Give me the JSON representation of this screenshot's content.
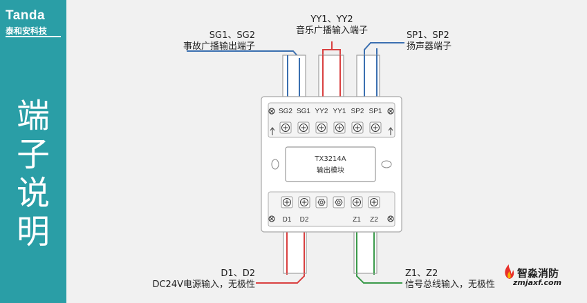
{
  "brand": {
    "name_en": "Tanda",
    "name_cn": "泰和安科技"
  },
  "sidebar_title": "端\n子\n说\n明",
  "labels": {
    "sg": {
      "line1": "SG1、SG2",
      "line2": "事故广播输出端子"
    },
    "yy": {
      "line1": "YY1、YY2",
      "line2": "音乐广播输入端子"
    },
    "sp": {
      "line1": "SP1、SP2",
      "line2": "扬声器端子"
    },
    "d": {
      "line1": "D1、D2",
      "line2": "DC24V电源输入，无极性"
    },
    "z": {
      "line1": "Z1、Z2",
      "line2": "信号总线输入，无极性"
    }
  },
  "top_terminals": [
    "SG2",
    "SG1",
    "YY2",
    "YY1",
    "SP2",
    "SP1"
  ],
  "bottom_terminals": [
    "D1",
    "D2",
    "",
    "",
    "Z1",
    "Z2"
  ],
  "module": {
    "model": "TX3214A",
    "name": "输出模块"
  },
  "watermark": {
    "name": "智淼消防",
    "url": "zmjaxf.com"
  },
  "colors": {
    "sidebar": "#2a9ea6",
    "wire_blue": "#3a6fb0",
    "wire_red": "#d94040",
    "wire_green": "#3a9a4a"
  }
}
